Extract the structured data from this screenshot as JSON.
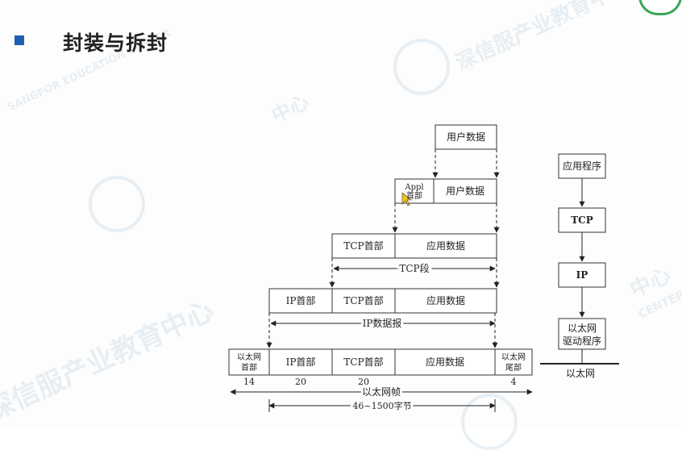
{
  "slide": {
    "title": "封装与拆封",
    "accent_color": "#1f5fb0"
  },
  "watermark": {
    "brand": "深信服产业教育中心",
    "brand_en": "SANGFOR EDUCATION CENTER",
    "short": "中心",
    "short_en": "CENTER"
  },
  "encap": {
    "user_data": "用户数据",
    "appl_header": "Appl\n首部",
    "tcp_header": "TCP首部",
    "app_data": "应用数据",
    "tcp_segment": "TCP段",
    "ip_header": "IP首部",
    "ip_datagram": "IP数据报",
    "eth_header": "以太网\n首部",
    "eth_trailer": "以太网\n尾部",
    "eth_frame": "以太网帧",
    "size_14": "14",
    "size_20a": "20",
    "size_20b": "20",
    "size_4": "4",
    "frame_range": "46~1500字节"
  },
  "stack": {
    "app": "应用程序",
    "tcp": "TCP",
    "ip": "IP",
    "driver": "以太网\n驱动程序",
    "medium": "以太网"
  }
}
